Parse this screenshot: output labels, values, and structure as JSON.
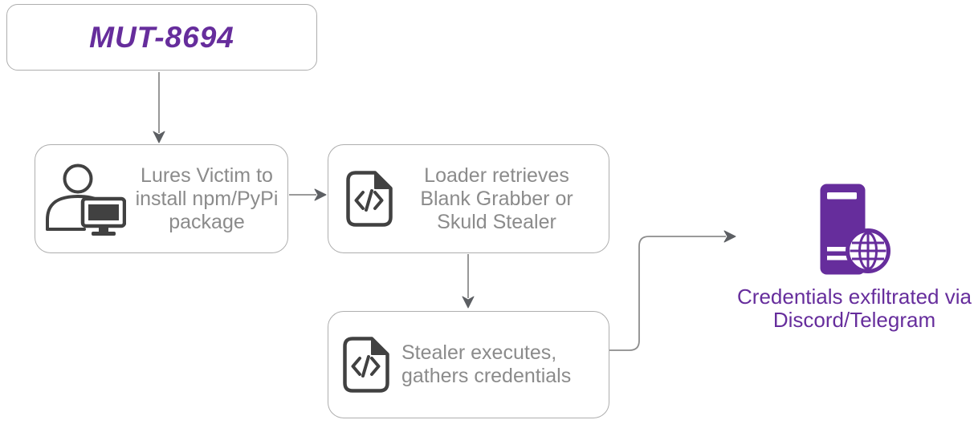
{
  "colors": {
    "accent_purple": "#662D9C",
    "node_text_gray": "#8B8B8B",
    "icon_dark_gray": "#414141",
    "node_border_gray": "#AEAEAE",
    "arrow_gray": "#8C8C8C"
  },
  "diagram": {
    "actor": {
      "label": "MUT-8694"
    },
    "nodes": [
      {
        "id": "lure-victim",
        "icon": "person-computer-icon",
        "lines": [
          "Lures Victim to",
          "install npm/PyPi",
          "package"
        ]
      },
      {
        "id": "loader",
        "icon": "code-file-icon",
        "lines": [
          "Loader retrieves",
          "Blank Grabber or",
          "Skuld Stealer"
        ]
      },
      {
        "id": "stealer",
        "icon": "code-file-icon",
        "lines": [
          "Stealer executes,",
          "gathers credentials"
        ]
      }
    ],
    "exfiltration": {
      "icon": "server-globe-icon",
      "lines": [
        "Credentials exfiltrated via",
        "Discord/Telegram"
      ]
    },
    "edges": [
      {
        "from": "actor",
        "to": "lure-victim"
      },
      {
        "from": "lure-victim",
        "to": "loader"
      },
      {
        "from": "loader",
        "to": "stealer"
      },
      {
        "from": "stealer",
        "to": "exfiltration"
      }
    ]
  }
}
